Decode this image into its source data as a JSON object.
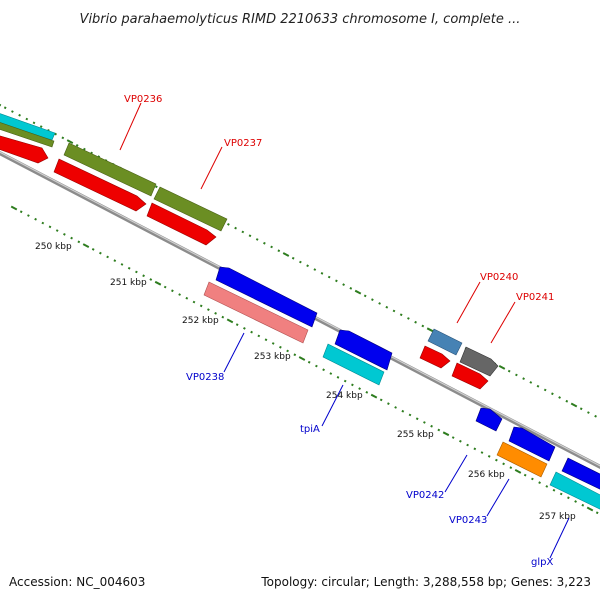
{
  "title": "Vibrio parahaemolyticus RIMD 2210633 chromosome I, complete ...",
  "footer": {
    "accession": "Accession: NC_004603",
    "summary": "Topology: circular; Length: 3,288,558 bp; Genes: 3,223"
  },
  "colors": {
    "backbone": "#8c8c8c",
    "tick": "#2e7d1f",
    "label_upper": "#dd0000",
    "label_lower": "#0000cc"
  },
  "ticks": [
    "250 kbp",
    "251 kbp",
    "252 kbp",
    "253 kbp",
    "254 kbp",
    "255 kbp",
    "256 kbp",
    "257 kbp"
  ],
  "genes": [
    {
      "name": "VP0236",
      "labeled": true,
      "color": "#6b8e23"
    },
    {
      "name": "VP0237",
      "labeled": true,
      "color": "#6b8e23"
    },
    {
      "name": "VP0238",
      "labeled": true,
      "color": "#f08080"
    },
    {
      "name": "tpiA",
      "labeled": true,
      "color": "#00c8d2"
    },
    {
      "name": "VP0240",
      "labeled": true,
      "color": "#4682b4"
    },
    {
      "name": "VP0241",
      "labeled": true,
      "color": "#666666"
    },
    {
      "name": "VP0242",
      "labeled": true,
      "color": "#0000ee"
    },
    {
      "name": "VP0243",
      "labeled": true,
      "color": "#ff8c00"
    },
    {
      "name": "glpX",
      "labeled": true,
      "color": "#00c8d2"
    }
  ]
}
